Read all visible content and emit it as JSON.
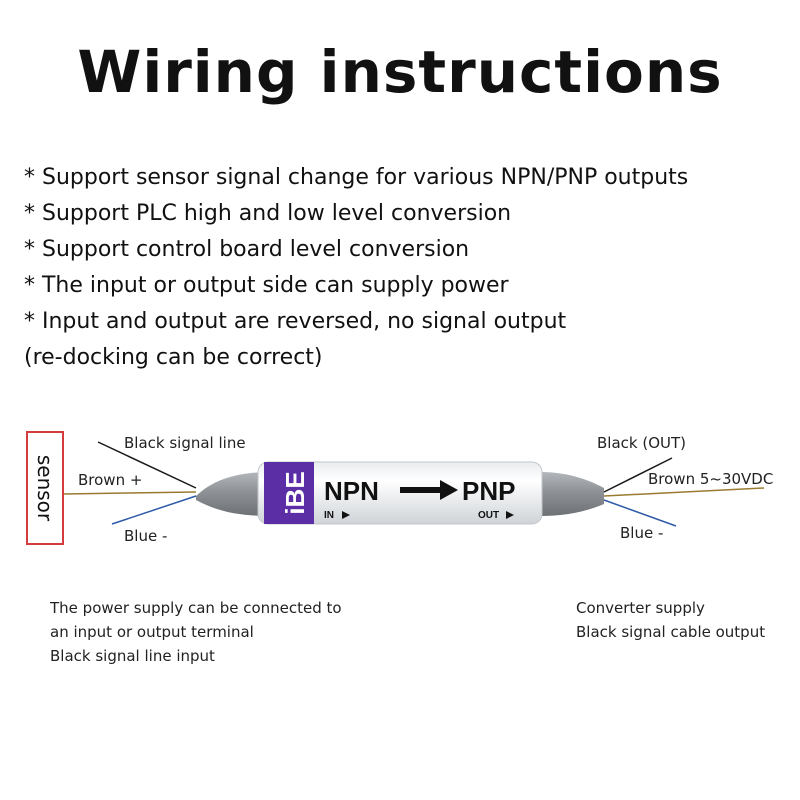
{
  "title": "Wiring instructions",
  "features": [
    "* Support sensor signal change for various NPN/PNP outputs",
    "* Support PLC high and low level conversion",
    "* Support control board level conversion",
    "* The input or output side can supply power",
    "* Input and output are reversed, no signal output",
    "(re-docking can be correct)"
  ],
  "diagram": {
    "sensor_label": "sensor",
    "left_wires": {
      "black": "Black signal line",
      "brown": "Brown +",
      "blue": "Blue -"
    },
    "right_wires": {
      "black": "Black (OUT)",
      "brown": "Brown 5~30VDC",
      "blue": "Blue -"
    },
    "device": {
      "brand": "iBE",
      "from_type": "NPN",
      "to_type": "PNP",
      "in_marker": "IN",
      "out_marker": "OUT"
    },
    "colors": {
      "black_wire": "#1a1a1a",
      "brown_wire": "#9a7a2e",
      "blue_wire": "#2e5aa8",
      "cable": "#8e9296",
      "brand_band": "#5b2ea6",
      "sensor_border": "#d63b3b"
    }
  },
  "notes": {
    "left": [
      "The power supply can be connected to",
      "an input or output terminal",
      "Black signal line input"
    ],
    "right": [
      "Converter supply",
      "Black signal cable output"
    ]
  }
}
